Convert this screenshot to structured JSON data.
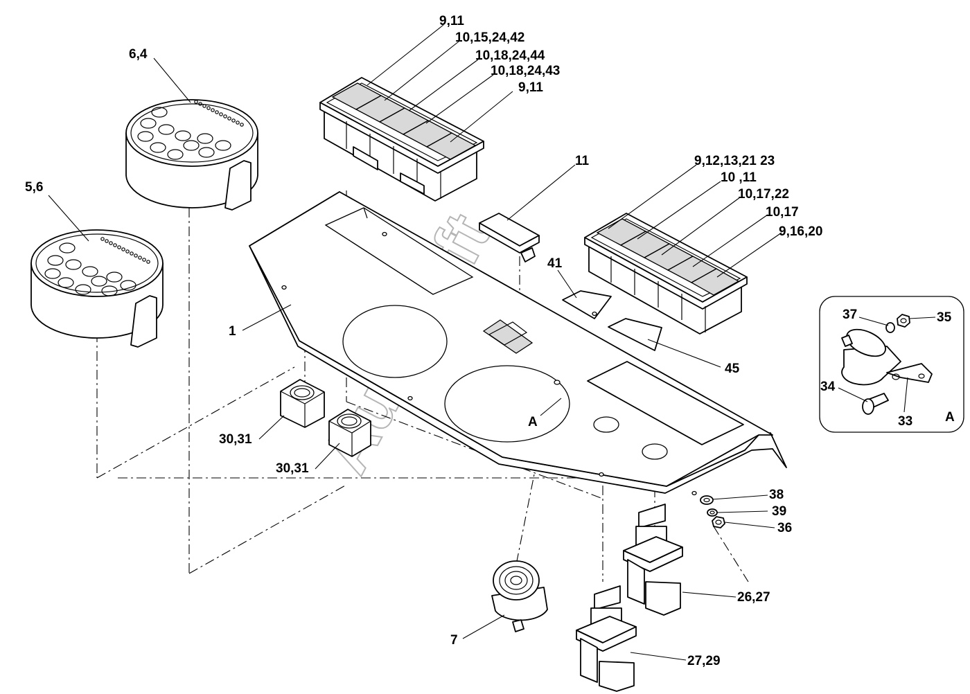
{
  "diagram": {
    "watermark": "AutoSoft",
    "labels": [
      {
        "id": "l-9-11-top",
        "text": "9,11"
      },
      {
        "id": "l-10-15-24-42",
        "text": "10,15,24,42"
      },
      {
        "id": "l-10-18-24-44",
        "text": "10,18,24,44"
      },
      {
        "id": "l-10-18-24-43",
        "text": "10,18,24,43"
      },
      {
        "id": "l-9-11-bottom",
        "text": "9,11"
      },
      {
        "id": "l-6-4",
        "text": "6,4"
      },
      {
        "id": "l-5-6",
        "text": "5,6"
      },
      {
        "id": "l-11",
        "text": "11"
      },
      {
        "id": "l-9-12-13-21-23",
        "text": "9,12,13,21 23"
      },
      {
        "id": "l-10-11",
        "text": "10 ,11"
      },
      {
        "id": "l-10-17-22",
        "text": "10,17,22"
      },
      {
        "id": "l-10-17",
        "text": "10,17"
      },
      {
        "id": "l-9-16-20",
        "text": "9,16,20"
      },
      {
        "id": "l-41",
        "text": "41"
      },
      {
        "id": "l-1",
        "text": "1"
      },
      {
        "id": "l-45",
        "text": "45"
      },
      {
        "id": "l-A-panel",
        "text": "A"
      },
      {
        "id": "l-30-31-a",
        "text": "30,31"
      },
      {
        "id": "l-30-31-b",
        "text": "30,31"
      },
      {
        "id": "l-37",
        "text": "37"
      },
      {
        "id": "l-35",
        "text": "35"
      },
      {
        "id": "l-34",
        "text": "34"
      },
      {
        "id": "l-33",
        "text": "33"
      },
      {
        "id": "l-A-detail",
        "text": "A"
      },
      {
        "id": "l-38",
        "text": "38"
      },
      {
        "id": "l-39",
        "text": "39"
      },
      {
        "id": "l-36",
        "text": "36"
      },
      {
        "id": "l-26-27",
        "text": "26,27"
      },
      {
        "id": "l-27-29",
        "text": "27,29"
      },
      {
        "id": "l-7",
        "text": "7"
      }
    ]
  }
}
